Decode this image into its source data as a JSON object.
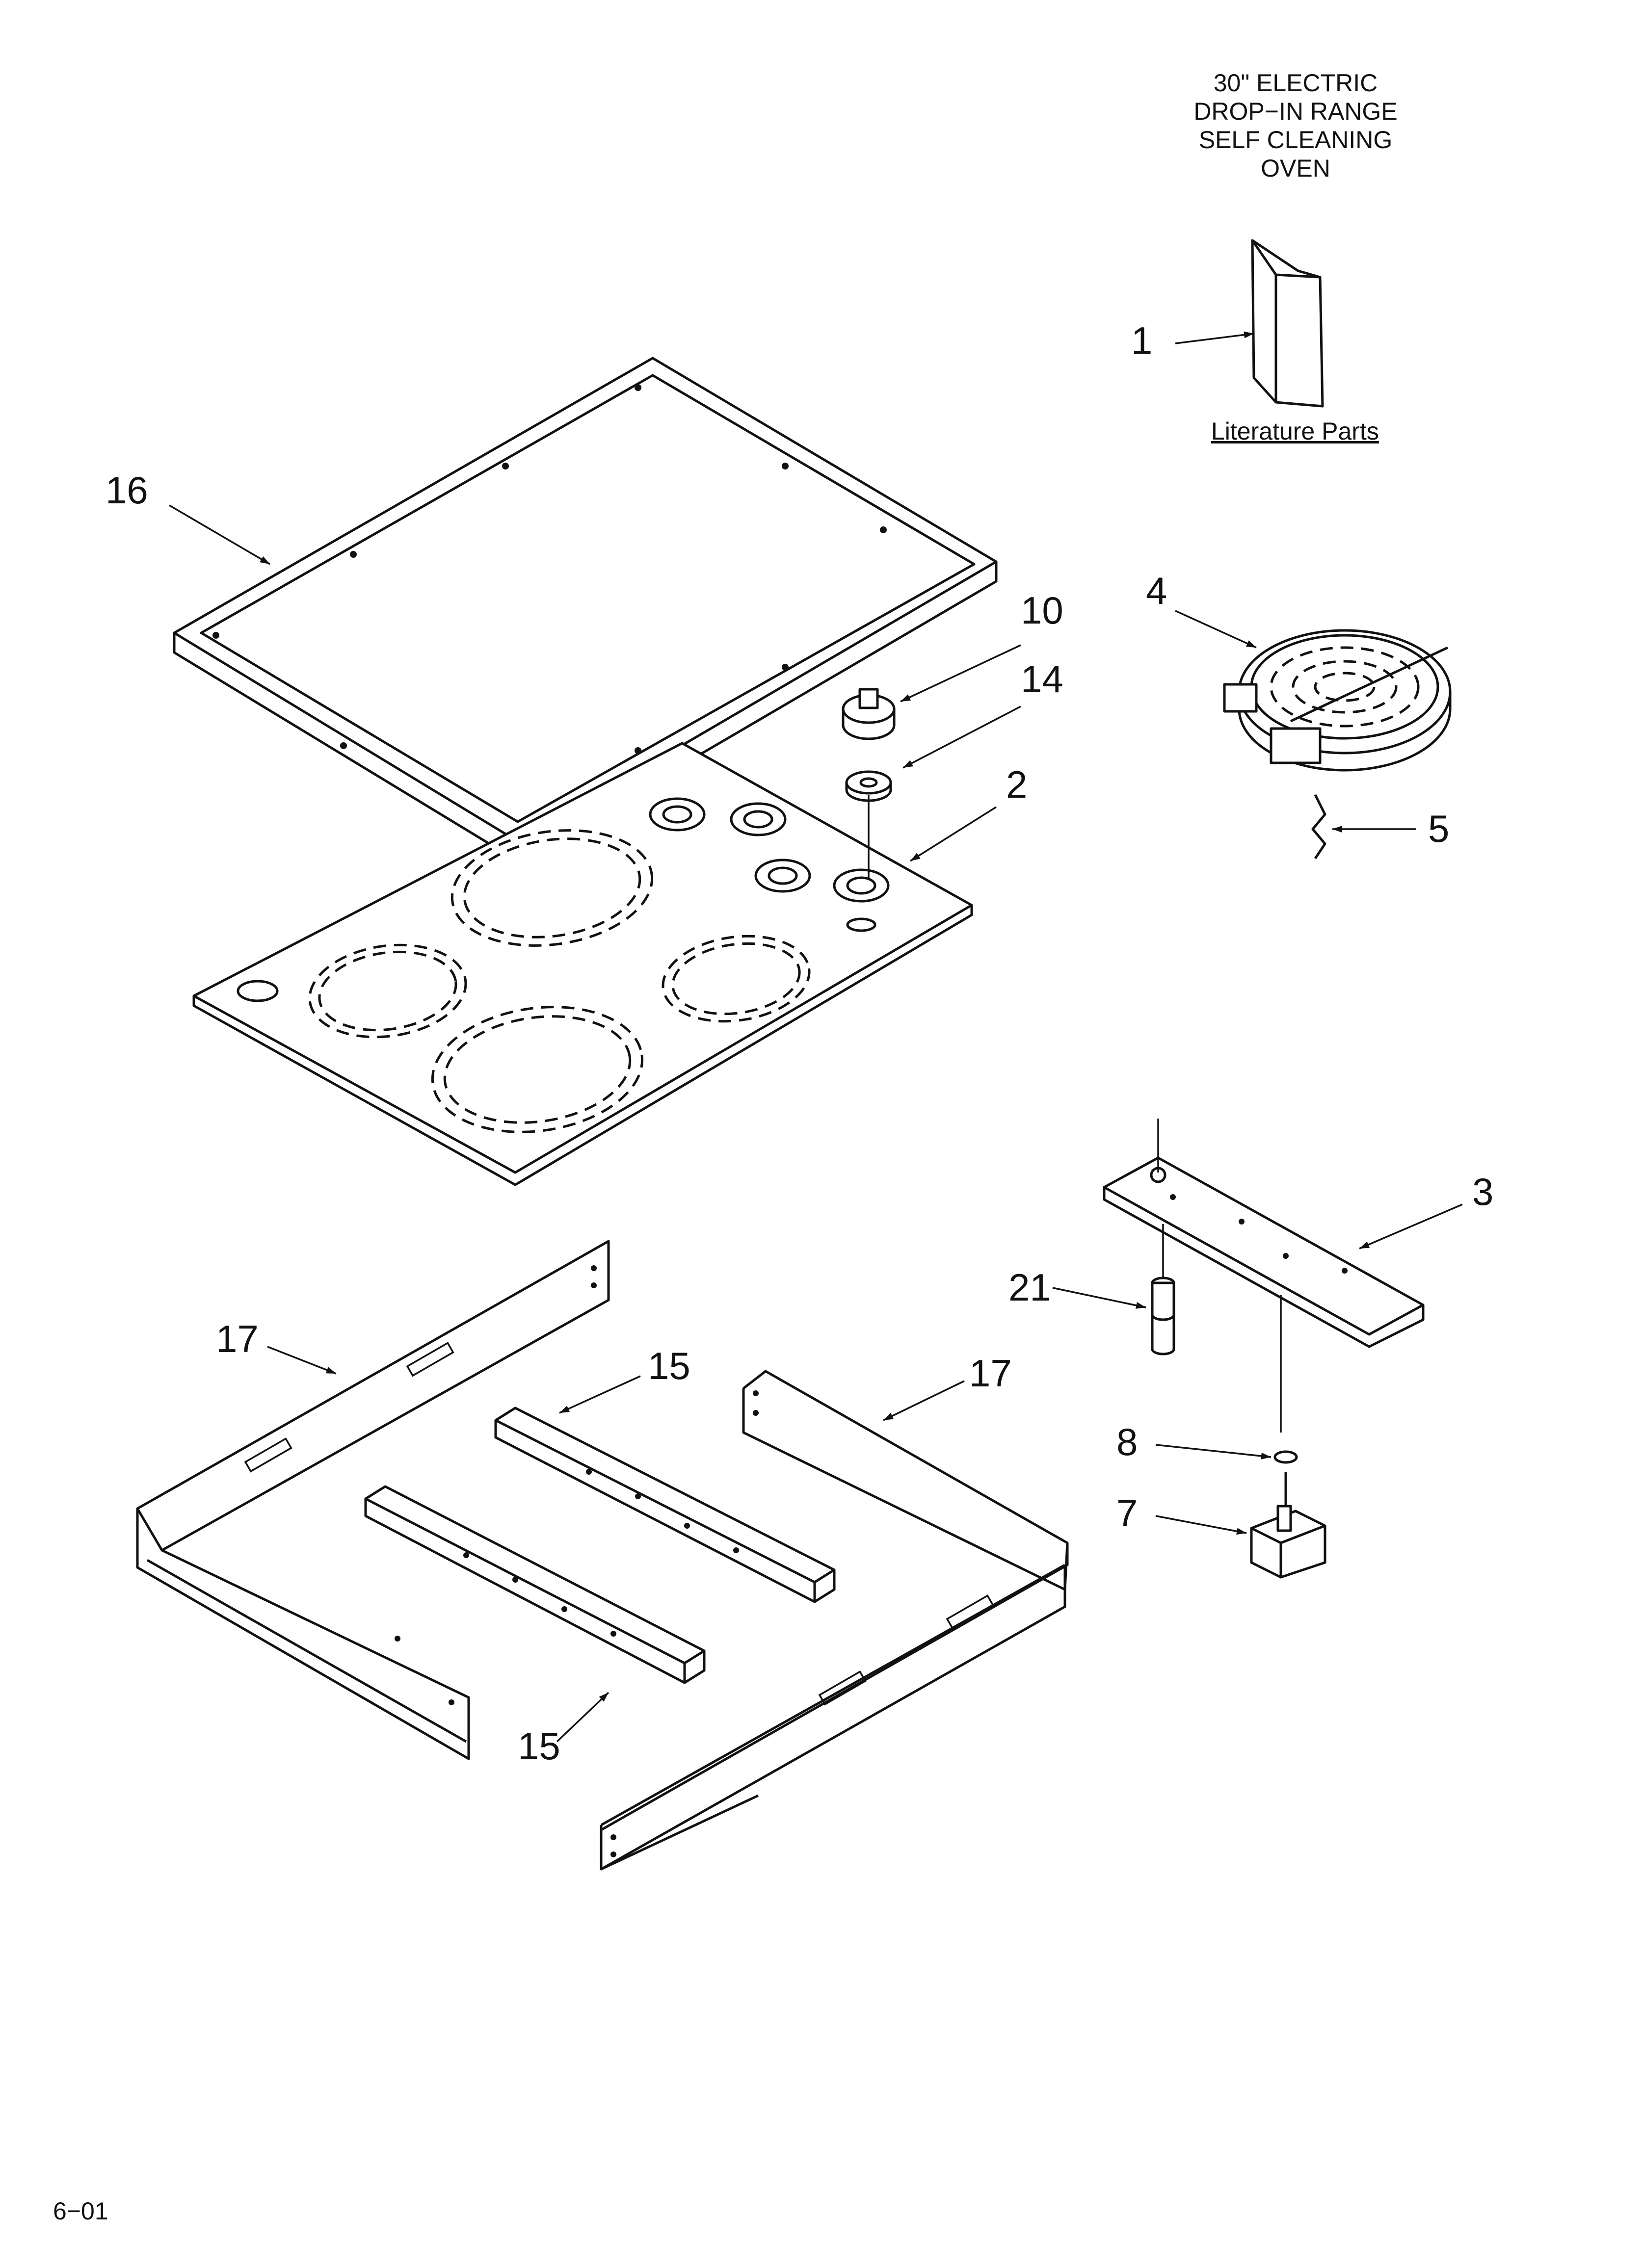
{
  "title": {
    "lines": [
      "30\" ELECTRIC",
      "DROP−IN RANGE",
      "SELF CLEANING",
      "OVEN"
    ]
  },
  "literature_label": "Literature Parts",
  "footer_code": "6−01",
  "callouts": [
    {
      "id": "c1",
      "label": "1"
    },
    {
      "id": "c16",
      "label": "16"
    },
    {
      "id": "c4",
      "label": "4"
    },
    {
      "id": "c10",
      "label": "10"
    },
    {
      "id": "c14",
      "label": "14"
    },
    {
      "id": "c2",
      "label": "2"
    },
    {
      "id": "c5",
      "label": "5"
    },
    {
      "id": "c3",
      "label": "3"
    },
    {
      "id": "c21",
      "label": "21"
    },
    {
      "id": "c17a",
      "label": "17"
    },
    {
      "id": "c15a",
      "label": "15"
    },
    {
      "id": "c17b",
      "label": "17"
    },
    {
      "id": "c8",
      "label": "8"
    },
    {
      "id": "c7",
      "label": "7"
    },
    {
      "id": "c15b",
      "label": "15"
    }
  ]
}
